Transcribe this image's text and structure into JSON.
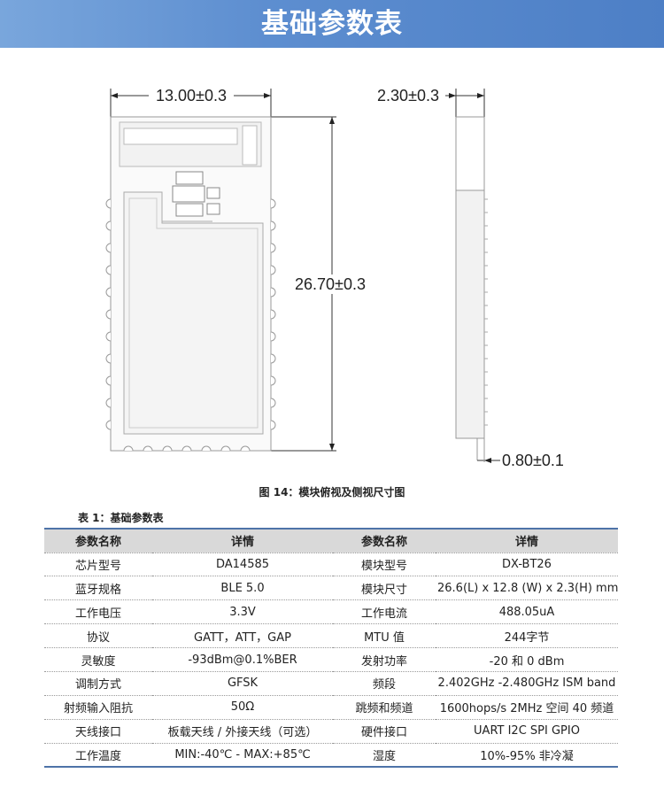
{
  "page": {
    "banner_title": "基础参数表"
  },
  "figure": {
    "top_view": {
      "width_dim": "13.00±0.3",
      "height_dim": "26.70±0.3"
    },
    "side_view": {
      "thickness_dim": "2.30±0.3",
      "board_dim": "0.80±0.1"
    },
    "caption": "图 14：模块俯视及侧视尺寸图"
  },
  "table": {
    "caption": "表 1：基础参数表",
    "headers": [
      "参数名称",
      "详情",
      "参数名称",
      "详情"
    ],
    "rows": [
      [
        "芯片型号",
        "DA14585",
        "模块型号",
        "DX-BT26"
      ],
      [
        "蓝牙规格",
        "BLE 5.0",
        "模块尺寸",
        "26.6(L) x 12.8 (W) x 2.3(H) mm"
      ],
      [
        "工作电压",
        "3.3V",
        "工作电流",
        "488.05uA"
      ],
      [
        "协议",
        "GATT，ATT，GAP",
        "MTU 值",
        "244字节"
      ],
      [
        "灵敏度",
        "-93dBm@0.1%BER",
        "发射功率",
        "-20 和 0 dBm"
      ],
      [
        "调制方式",
        "GFSK",
        "频段",
        "2.402GHz -2.480GHz ISM band"
      ],
      [
        "射频输入阻抗",
        "50Ω",
        "跳频和频道",
        "1600hops/s 2MHz 空间  40 频道"
      ],
      [
        "天线接口",
        "板载天线 / 外接天线（可选）",
        "硬件接口",
        "UART I2C SPI GPIO"
      ],
      [
        "工作温度",
        "MIN:-40℃  - MAX:+85℃",
        "湿度",
        "10%-95%  非冷凝"
      ]
    ]
  },
  "colors": {
    "banner_start": "#79a6dc",
    "banner_end": "#4d7fc6",
    "table_rule": "#4e73a8",
    "header_bg": "#d9d9d9"
  }
}
